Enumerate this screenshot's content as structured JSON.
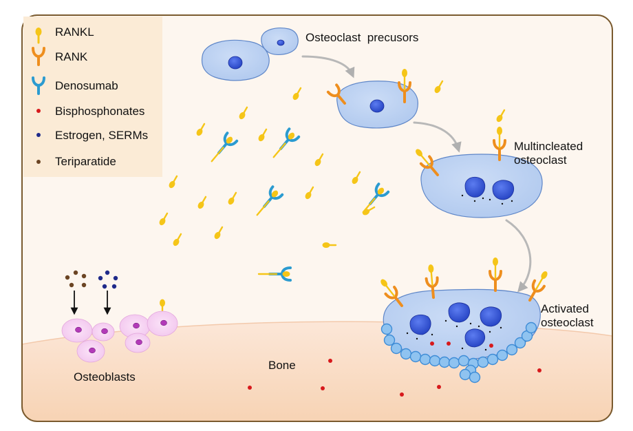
{
  "legend": {
    "items": [
      {
        "label": "RANKL",
        "icon": "rankl-icon",
        "color": "#F5C518"
      },
      {
        "label": "RANK",
        "icon": "rank-receptor-icon",
        "color": "#EE8E1E"
      },
      {
        "label": "Denosumab",
        "icon": "denosumab-antibody-icon",
        "color": "#2B9BD0"
      },
      {
        "label": "Bisphosphonates",
        "icon": "red-dot-icon",
        "color": "#D7191C"
      },
      {
        "label": "Estrogen, SERMs",
        "icon": "navy-dot-icon",
        "color": "#1F2A8A"
      },
      {
        "label": "Teriparatide",
        "icon": "brown-dot-icon",
        "color": "#6B4423"
      }
    ]
  },
  "labels": {
    "precursors": "Osteoclast  precusors",
    "multinucleated_1": "Multincleated",
    "multinucleated_2": "osteoclast",
    "activated_1": "Activated",
    "activated_2": "osteoclast",
    "osteoblasts": "Osteoblasts",
    "bone": "Bone"
  },
  "colors": {
    "panel_bg": "#FDF6EF",
    "panel_border": "#7A5A2E",
    "legend_bg": "#FBEBD6",
    "bone_top": "#FCE7D8",
    "bone_bottom": "#F7D3B4",
    "cell_fill": "#AFC8EE",
    "cell_stroke": "#5E86C8",
    "nucleus": "#2442C2",
    "osteoblast_fill": "#F2C6EE",
    "osteoblast_nucleus": "#B23AB8",
    "bead_fill": "#8FC3F0",
    "bead_stroke": "#3E8CD6",
    "arrow": "#B8B8B8"
  }
}
